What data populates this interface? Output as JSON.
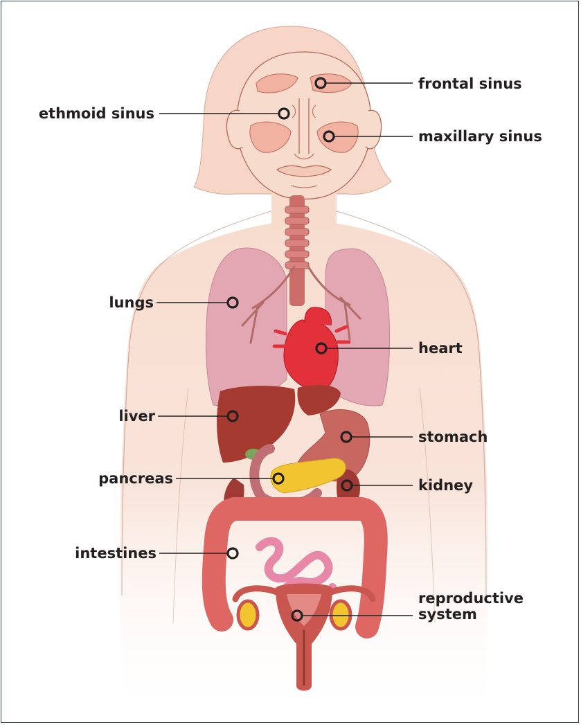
{
  "colors": {
    "skin": "#f7dccd",
    "skin_line": "#b06a58",
    "lung": "#e3a6b3",
    "heart": "#e2313b",
    "liver": "#a53a30",
    "stomach": "#c86660",
    "pancreas": "#f2c530",
    "intestine_large": "#de6763",
    "intestine_small": "#e887a7",
    "kidney": "#9e3a33",
    "trachea": "#cc6d6a",
    "sinus": "#f1b2a1",
    "uterus": "#c9574f",
    "gallbladder": "#7ba55a",
    "border": "#2b3a55"
  },
  "labels": {
    "frontal_sinus": "frontal sinus",
    "ethmoid_sinus": "ethmoid sinus",
    "maxillary_sinus": "maxillary sinus",
    "lungs": "lungs",
    "heart": "heart",
    "liver": "liver",
    "stomach": "stomach",
    "pancreas": "pancreas",
    "kidney": "kidney",
    "intestines": "intestines",
    "reproductive_line1": "reproductive",
    "reproductive_line2": "system"
  }
}
